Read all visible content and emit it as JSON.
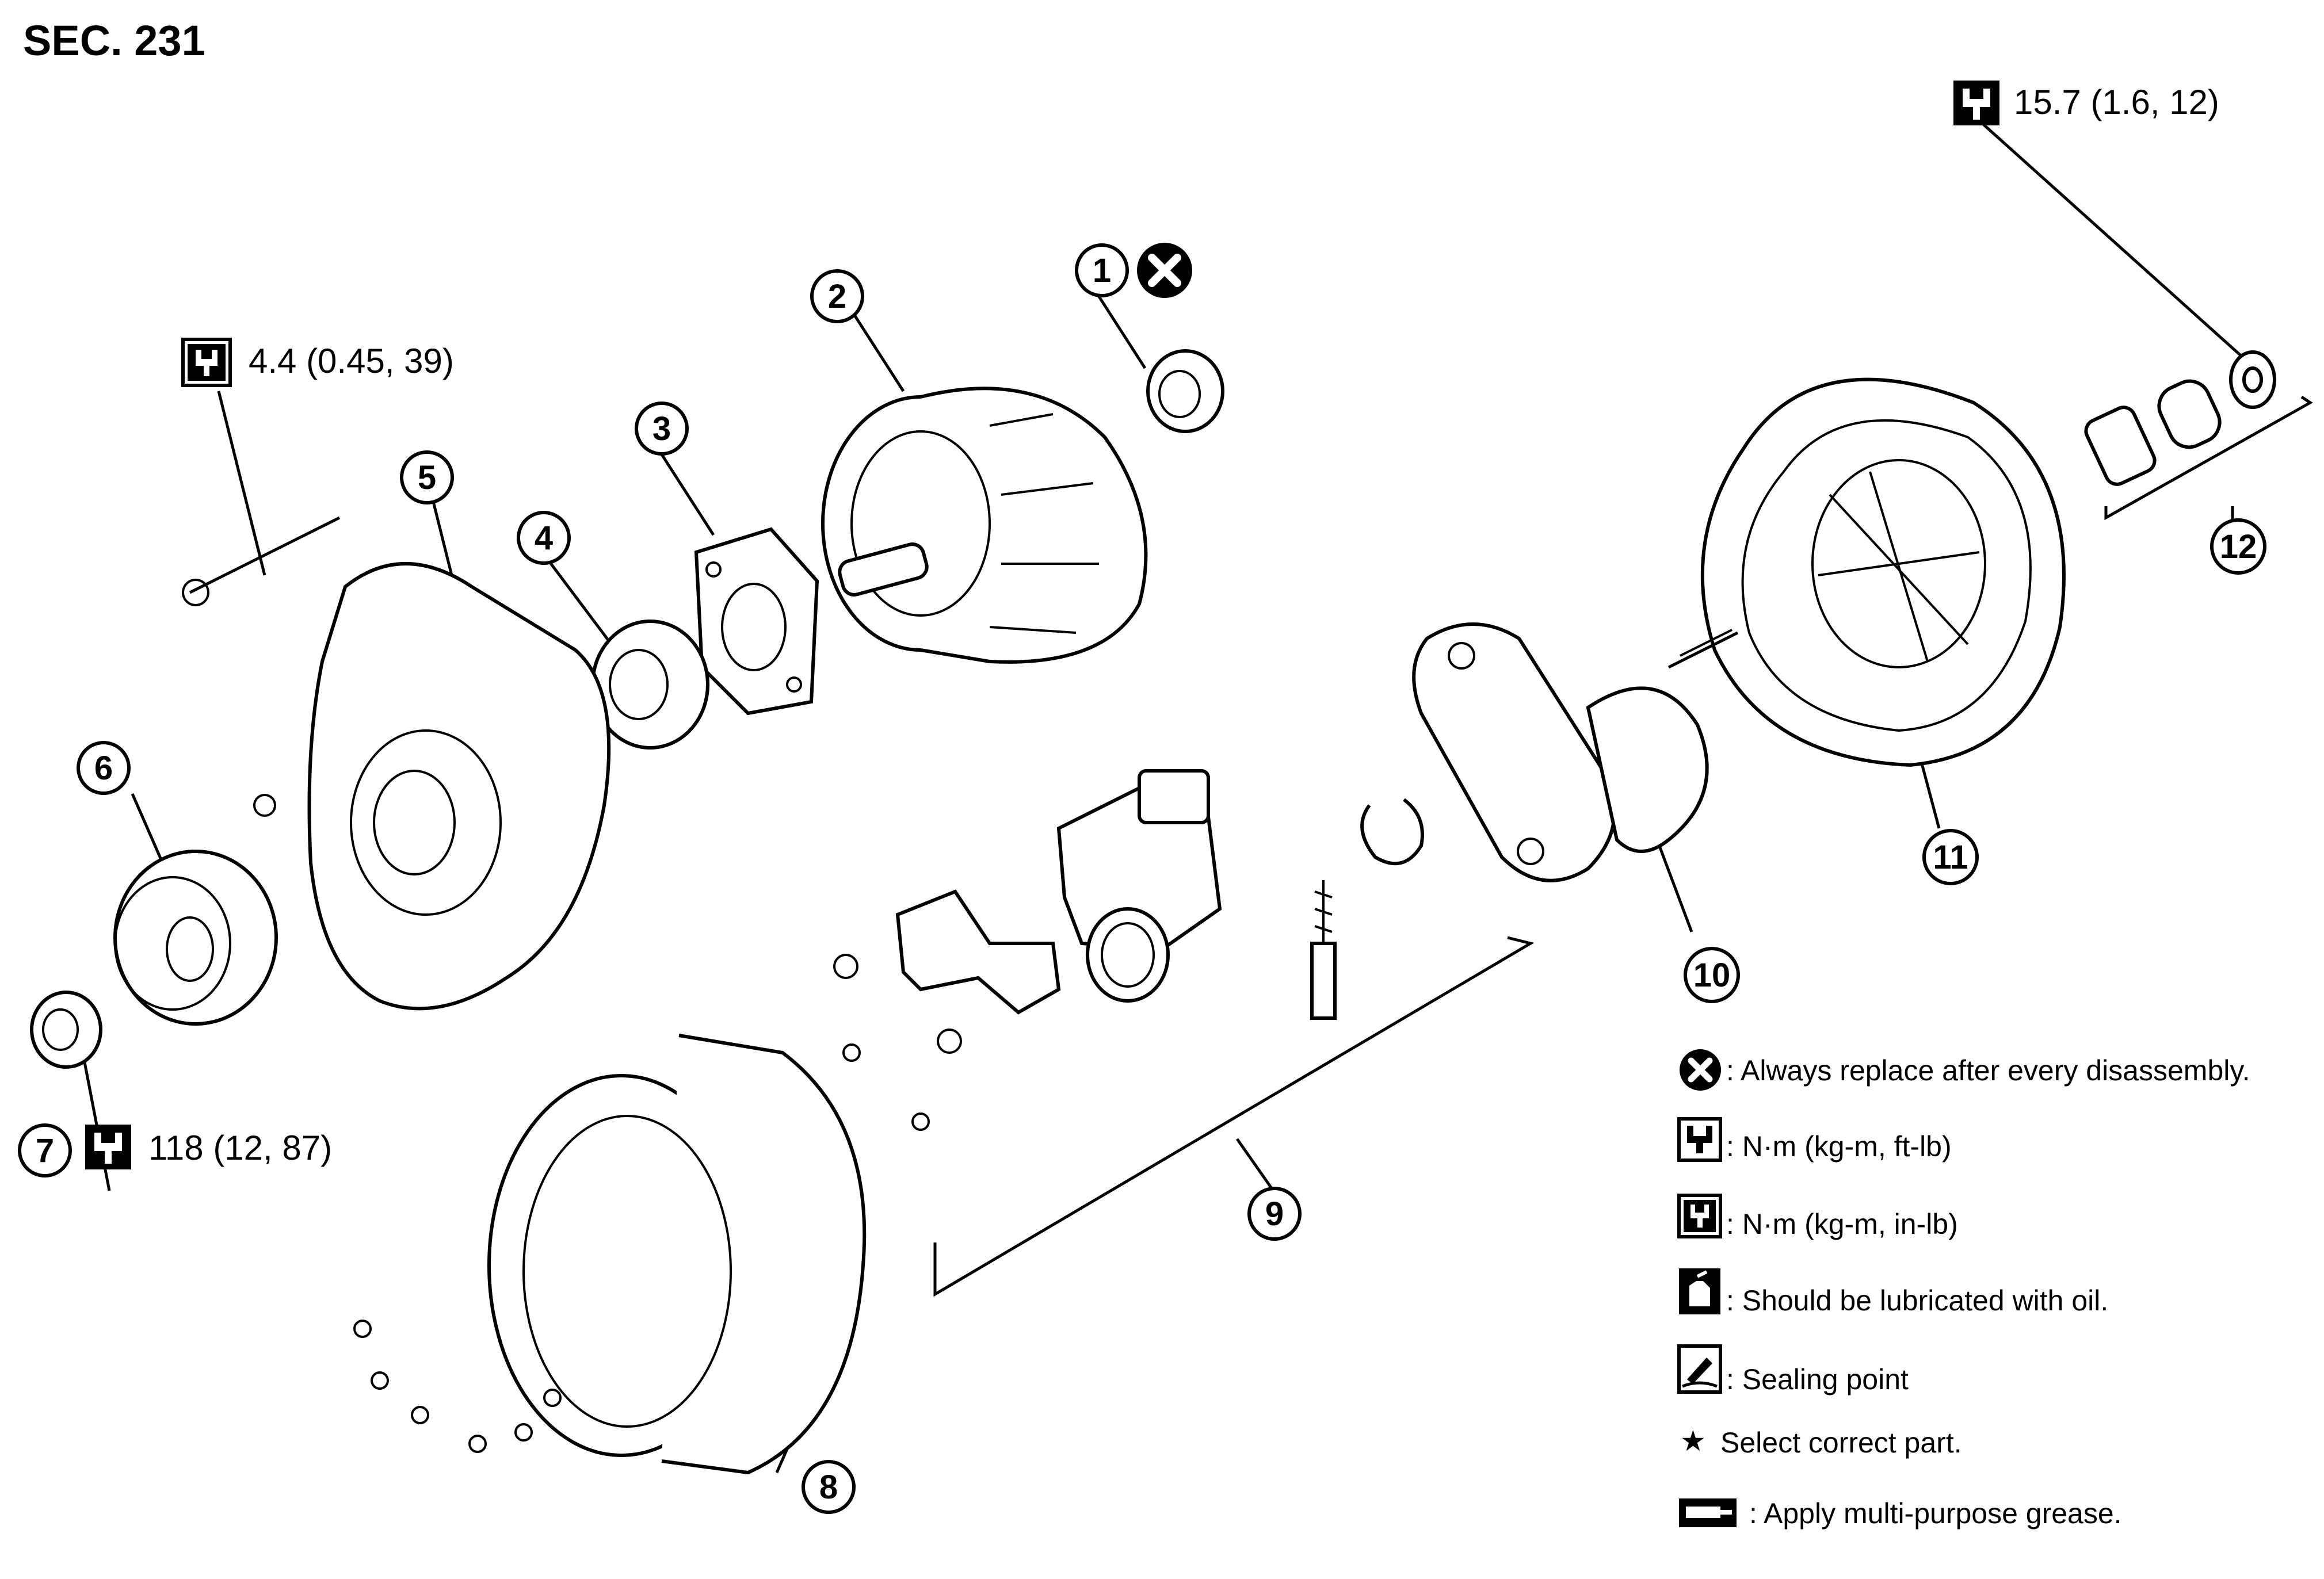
{
  "section": "SEC. 231",
  "torques": {
    "t1": "15.7 (1.6, 12)",
    "t2": "4.4 (0.45, 39)",
    "t3": "118 (12, 87)"
  },
  "callouts": [
    "1",
    "2",
    "3",
    "4",
    "5",
    "6",
    "7",
    "8",
    "9",
    "10",
    "11",
    "12"
  ],
  "legend": {
    "replace": ": Always replace after every disassembly.",
    "nm_ftlb": ": N·m (kg-m, ft-lb)",
    "nm_inlb": ": N·m (kg-m, in-lb)",
    "oil": ": Should be lubricated with oil.",
    "seal": ": Sealing point",
    "star_symbol": "★",
    "select": "Select correct part.",
    "grease": ": Apply multi-purpose grease."
  },
  "icons": [
    "replace-x-icon",
    "torque-wrench-icon",
    "torque-wrench-alt-icon",
    "oil-can-icon",
    "sealing-icon",
    "star-icon",
    "grease-icon"
  ]
}
